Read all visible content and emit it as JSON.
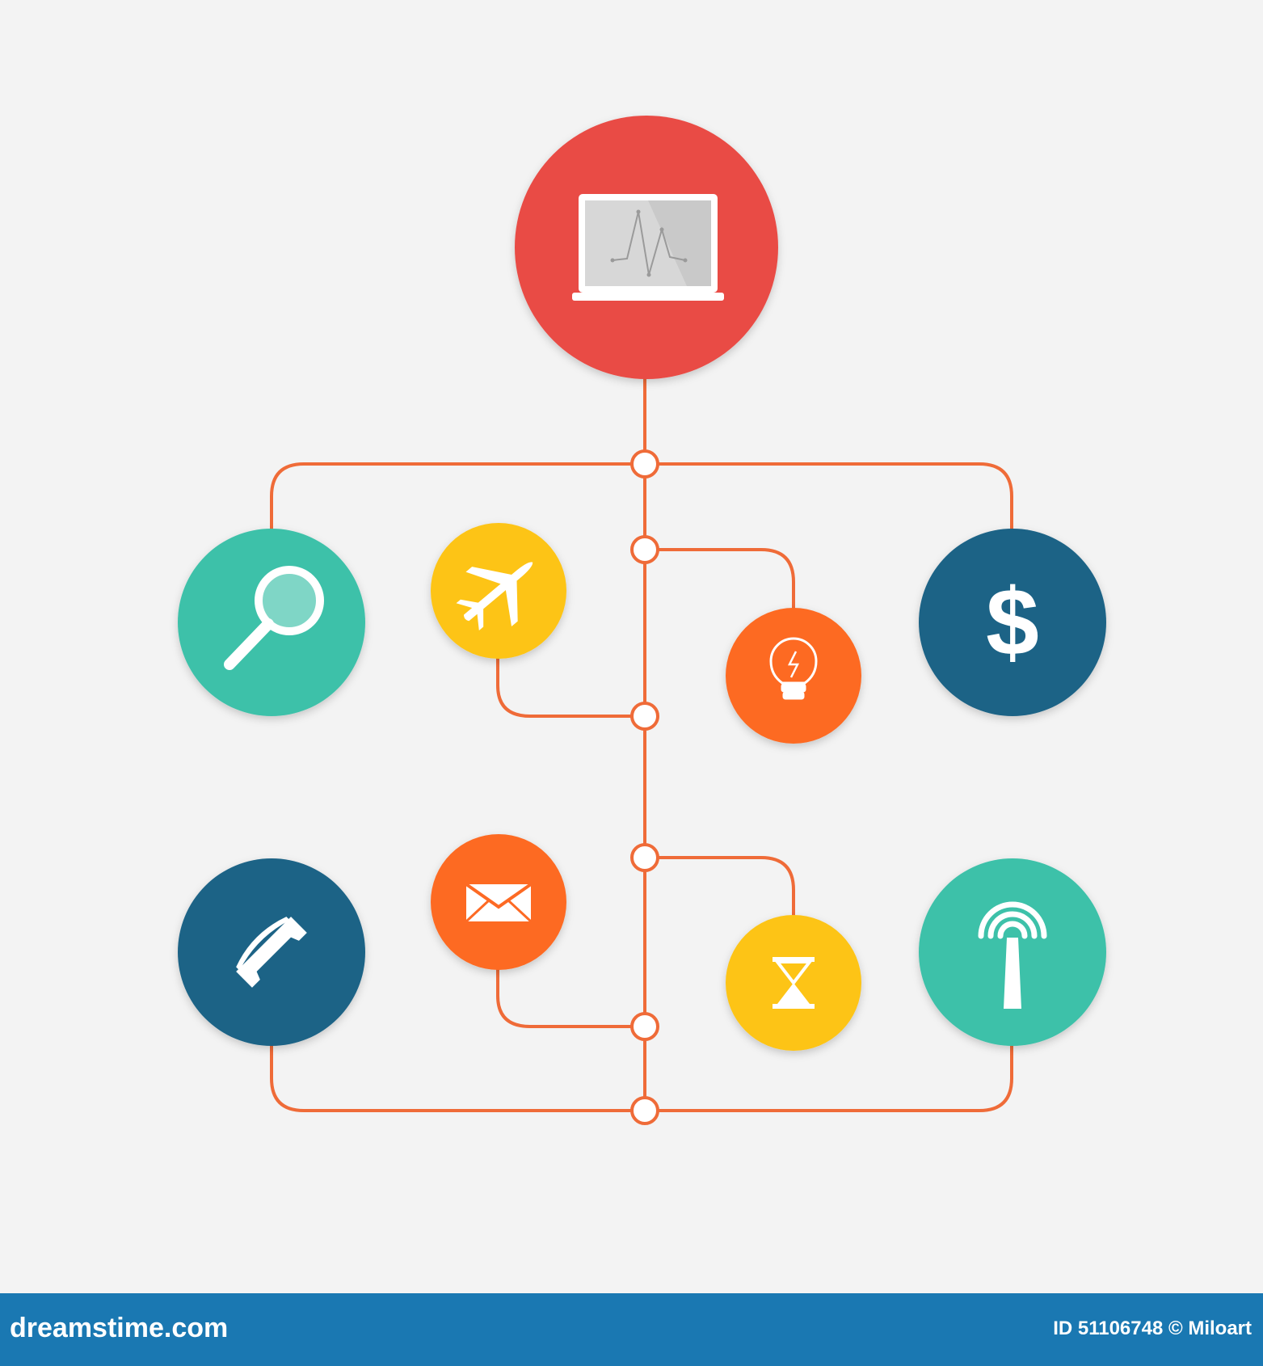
{
  "colors": {
    "background": "#f3f3f3",
    "connector": "#ef6b38",
    "junction_fill": "#ffffff",
    "footer": "#1a78b2",
    "red": "#e94c45",
    "teal": "#3ec1a9",
    "navy": "#1f6386",
    "yellow": "#fdc415",
    "orange": "#fd6a24"
  },
  "nodes": {
    "root": {
      "icon": "laptop-chart-icon",
      "color": "red"
    },
    "search": {
      "icon": "magnifier-icon",
      "color": "teal"
    },
    "airplane": {
      "icon": "airplane-icon",
      "color": "yellow"
    },
    "lightbulb": {
      "icon": "lightbulb-icon",
      "color": "orange"
    },
    "dollar": {
      "icon": "dollar-icon",
      "color": "navy",
      "glyph": "$"
    },
    "phone": {
      "icon": "phone-icon",
      "color": "navy"
    },
    "mail": {
      "icon": "envelope-icon",
      "color": "orange"
    },
    "hourglass": {
      "icon": "hourglass-icon",
      "color": "yellow"
    },
    "antenna": {
      "icon": "antenna-icon",
      "color": "teal"
    }
  },
  "footer": {
    "brand": "dreamstime.com",
    "credit": "ID 51106748 © Miloart"
  }
}
